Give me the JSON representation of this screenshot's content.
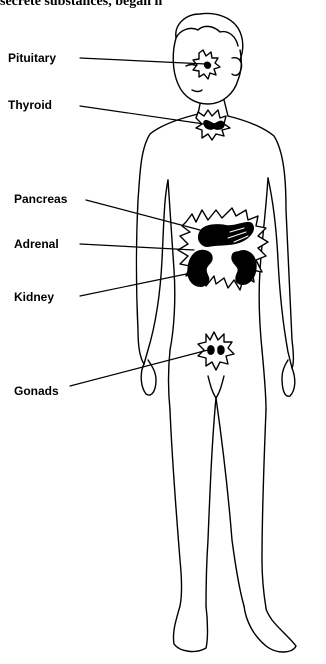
{
  "cropped_header": "secrete substances, began n",
  "labels": {
    "pituitary": "Pituitary",
    "thyroid": "Thyroid",
    "pancreas": "Pancreas",
    "adrenal": "Adrenal",
    "kidney": "Kidney",
    "gonads": "Gonads"
  },
  "colors": {
    "ink": "#000000",
    "paper": "#ffffff"
  }
}
